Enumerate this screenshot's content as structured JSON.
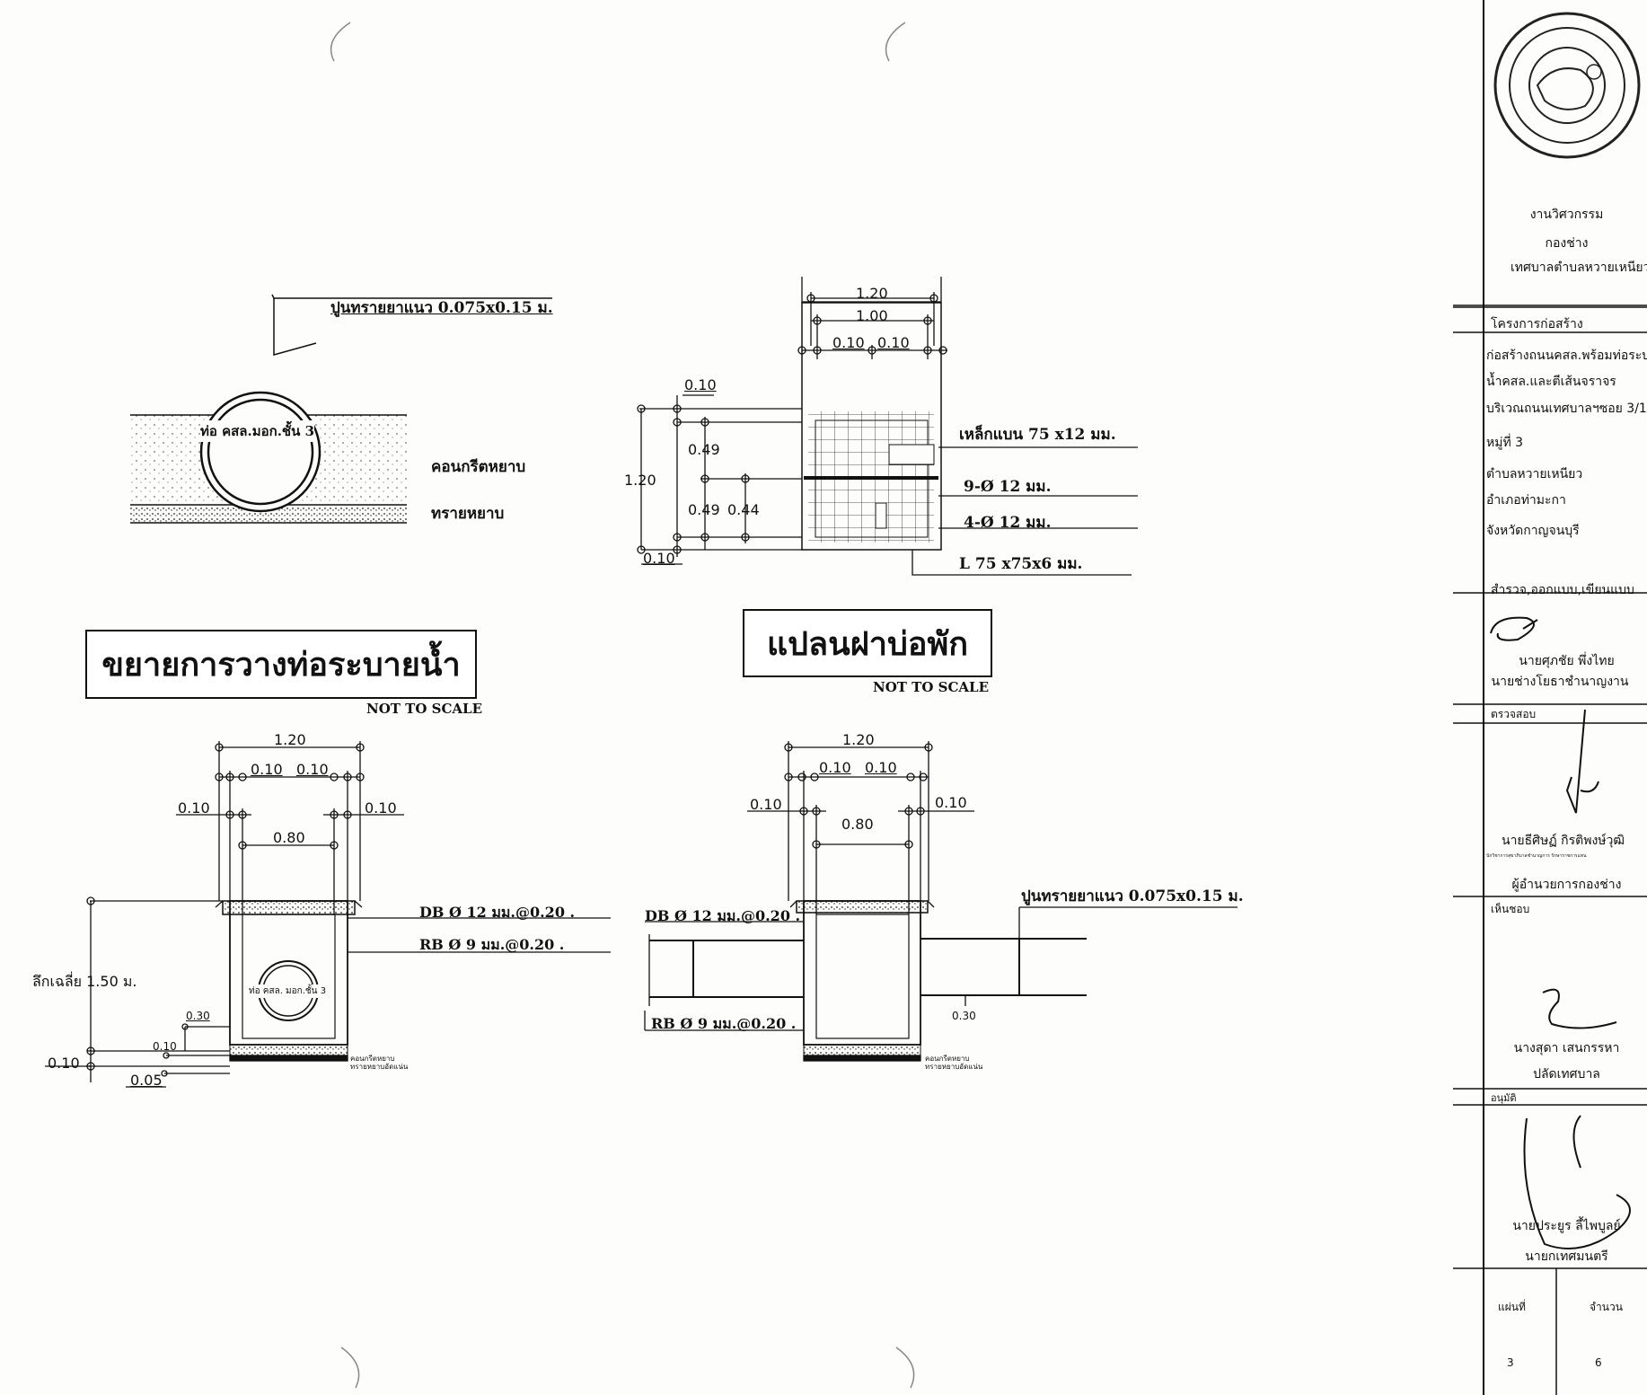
{
  "pipe_detail": {
    "mortar_note": "ปูนทรายยาแนว 0.075x0.15 ม.",
    "pipe_label": "ท่อ คสล.มอก.ชั้น 3",
    "concrete_label": "คอนกรีตหยาบ",
    "sand_label": "ทรายหยาบ",
    "title": "ขยายการวางท่อระบายน้ำ",
    "scale": "NOT TO SCALE"
  },
  "cover_plan": {
    "dims": {
      "w120": "1.20",
      "w100": "1.00",
      "w010a": "0.10",
      "w010b": "0.10",
      "h010": "0.10",
      "h049a": "0.49",
      "h120": "1.20",
      "h049b": "0.49",
      "h044": "0.44",
      "h010b": "0.10"
    },
    "callouts": [
      "เหล็กแบน 75 x12 มม.",
      "9-Ø 12 มม.",
      "4-Ø 12 มม.",
      "L 75 x75x6 มม."
    ],
    "title": "แปลนฝาบ่อพัก",
    "scale": "NOT TO SCALE"
  },
  "section_left": {
    "dims": {
      "top": "1.20",
      "inner_a": "0.10",
      "inner_b": "0.10",
      "side_l": "0.10",
      "side_r": "0.10",
      "clear": "0.80",
      "base030": "0.30",
      "base010a": "0.10",
      "base010b": "0.10",
      "base005": "0.05"
    },
    "db": "DB Ø 12 มม.@0.20 .",
    "rb": "RB Ø 9 มม.@0.20 .",
    "depth": "ลึกเฉลี่ย 1.50 ม.",
    "pipe_label": "ท่อ คสล. มอก.ชั้น 3",
    "base_labels": [
      "คอนกรีตหยาบ",
      "ทรายหยาบอัดแน่น"
    ]
  },
  "section_right": {
    "dims": {
      "top": "1.20",
      "inner_a": "0.10",
      "inner_b": "0.10",
      "side_l": "0.10",
      "side_r": "0.10",
      "clear": "0.80",
      "base030": "0.30"
    },
    "db": "DB Ø 12 มม.@0.20 .",
    "rb": "RB Ø 9 มม.@0.20 .",
    "mortar_note": "ปูนทรายยาแนว 0.075x0.15 ม.",
    "base_labels": [
      "คอนกรีตหยาบ",
      "ทรายหยาบอัดแน่น"
    ]
  },
  "title_block": {
    "dept1": "งานวิศวกรรม",
    "dept2": "กองช่าง",
    "dept3": "เทศบาลตำบลหวายเหนียว",
    "project_label": "โครงการก่อสร้าง",
    "project_lines": [
      "ก่อสร้างถนนคสล.พร้อมท่อระบาย",
      "น้ำคสล.และตีเส้นจราจร",
      "บริเวณถนนเทศบาลฯซอย 3/1",
      "หมู่ที่ 3",
      "ตำบลหวายเหนียว",
      "อำเภอท่ามะกา",
      "จังหวัดกาญจนบุรี"
    ],
    "survey_label": "สำรวจ,ออกแบบ,เขียนแบบ",
    "survey_name": "นายศุภชัย  พึ่งไทย",
    "survey_pos": "นายช่างโยธาชำนาญงาน",
    "check_label": "ตรวจสอบ",
    "check_name": "นายธีศิษฏ์ กิรติพงษ์วุฒิ",
    "check_sub": "นักวิชาการสุขาภิบาลชำนาญการ รักษาราชการแทน",
    "check_pos": "ผู้อำนวยการกองช่าง",
    "approve_label": "เห็นชอบ",
    "approve_name": "นางสุดา เสนกรรหา",
    "approve_pos": "ปลัดเทศบาล",
    "permit_label": "อนุมัติ",
    "permit_name": "นายประยูร ลี้ไพบูลย์",
    "permit_pos": "นายกเทศมนตรี",
    "sheet_label": "แผ่นที่",
    "sheet_no": "3",
    "count_label": "จำนวน",
    "count_no": "6"
  }
}
